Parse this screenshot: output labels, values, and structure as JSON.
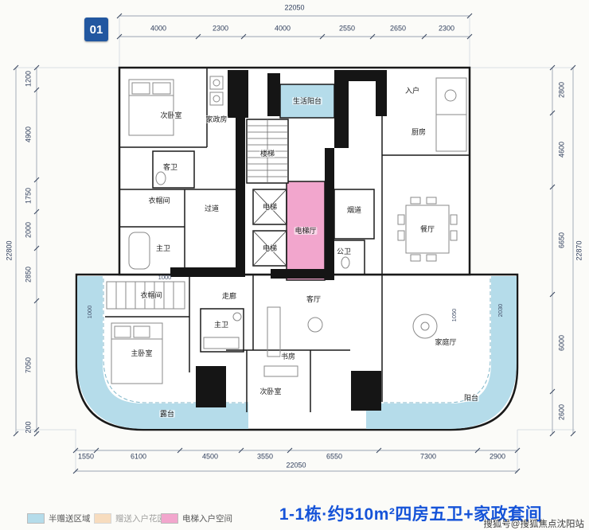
{
  "badge": {
    "label": "01"
  },
  "title": "1-1栋·约510m²四房五卫+家政套间",
  "watermark": "搜狐号@搜狐焦点沈阳站",
  "legend": [
    {
      "label": "半赠送区域",
      "color": "#b5dcea"
    },
    {
      "label": "赠送入户花园",
      "color": "#f5c48f"
    },
    {
      "label": "电梯入户空间",
      "color": "#f2a6cd"
    }
  ],
  "colors": {
    "accent_blue": "#1553d8",
    "badge_blue": "#2257a0",
    "balcony_blue": "#b5dcea",
    "elevator_pink": "#f2a6cd",
    "wall_black": "#151515"
  },
  "dims": {
    "top": {
      "total": "22050",
      "segments": [
        "4000",
        "2300",
        "4000",
        "2550",
        "2650",
        "2300"
      ]
    },
    "left": {
      "total": "22800",
      "segments": [
        "1200",
        "4900",
        "1750",
        "2000",
        "2850",
        "7050",
        "200"
      ]
    },
    "right": {
      "total": "22870",
      "segments": [
        "2800",
        "4600",
        "6650",
        "6000",
        "2600"
      ]
    },
    "bottom": {
      "total": "22050",
      "segments": [
        "1550",
        "6100",
        "4500",
        "3550",
        "6550",
        "7300",
        "2900"
      ]
    }
  },
  "inner_dims": [
    "1000",
    "1000",
    "1050",
    "2030"
  ],
  "rooms": [
    "次卧室",
    "客卫",
    "衣帽间",
    "主卫",
    "家政房",
    "生活阳台",
    "楼梯",
    "电梯",
    "电梯",
    "电梯厅",
    "过道",
    "烟道",
    "公卫",
    "入户",
    "厨房",
    "餐厅",
    "走廊",
    "客厅",
    "衣帽间",
    "主卧室",
    "主卫",
    "书房",
    "次卧室",
    "家庭厅",
    "阳台",
    "露台"
  ]
}
